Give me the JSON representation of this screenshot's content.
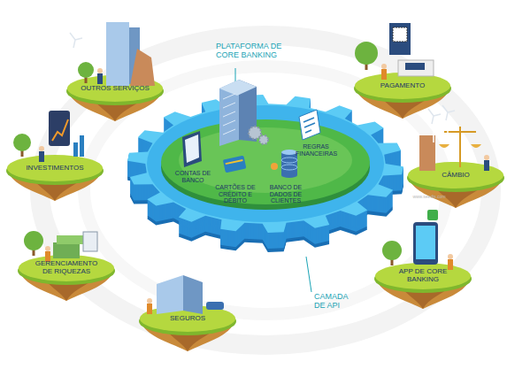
{
  "diagram": {
    "nodes": [
      {
        "text": [
          "OUTROS SERVIÇOS"
        ]
      },
      {
        "text": [
          "PAGAMENTO"
        ]
      },
      {
        "text": [
          "CAMADA DE API"
        ]
      },
      {
        "text": [
          "PLATAFORMA DE CORE BANKING"
        ],
        "in": 2
      },
      {
        "text": [
          "INVESTIMENTOS"
        ]
      },
      {
        "text": [
          "CÂMBIO"
        ]
      },
      {
        "text": [
          "GERENCIAMENTO DE RIQUEZAS"
        ]
      },
      {
        "text": [
          "APP DE CORE BANKING"
        ]
      },
      {
        "text": [
          "SEGUROS"
        ]
      }
    ],
    "labels": [
      "CONTAS DE BANCO",
      "CARTÕES DE CRÉDITO E DÉBITO",
      "BANCO DE DADOS DE CLIENTES",
      "REGRAS FINANCEIRAS",
      "www.seedis.com"
    ]
  }
}
